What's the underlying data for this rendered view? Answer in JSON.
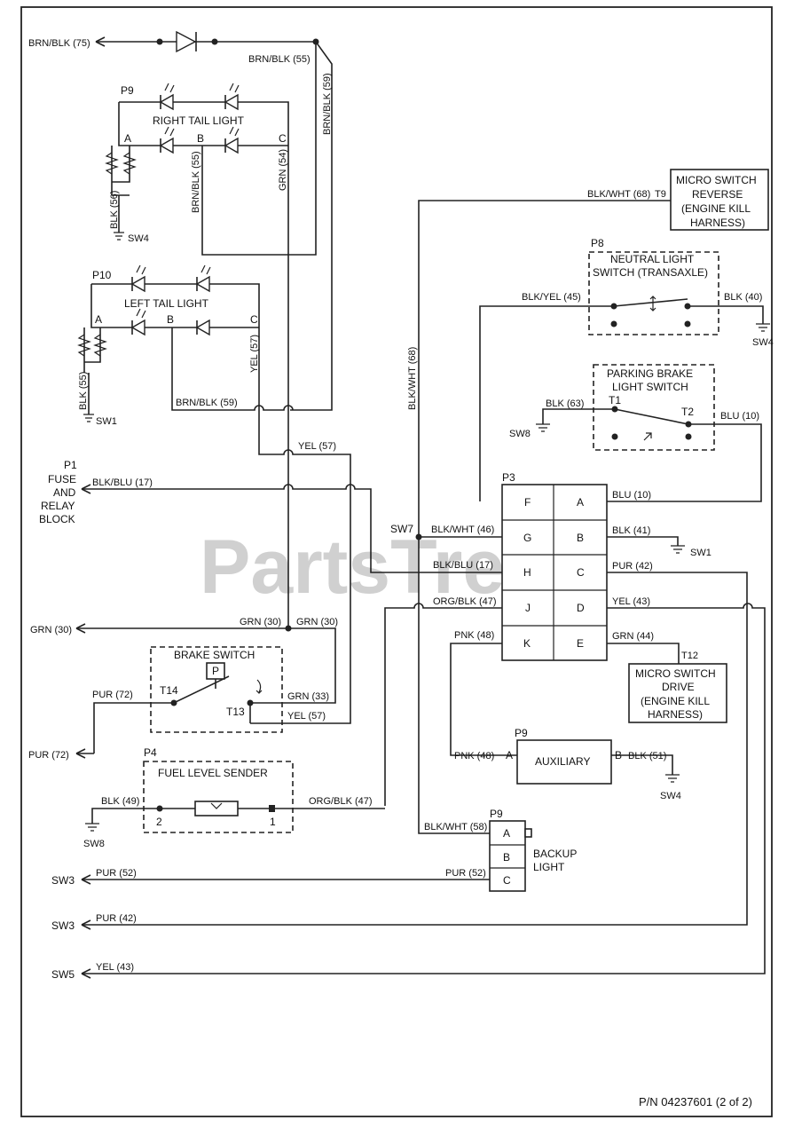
{
  "watermark": "PartsTree",
  "part_number": "P/N 04237601 (2 of 2)",
  "components": {
    "p9_right_tail": {
      "ref": "P9",
      "name": "RIGHT TAIL LIGHT",
      "pins": [
        "A",
        "B",
        "C"
      ]
    },
    "p10_left_tail": {
      "ref": "P10",
      "name": "LEFT TAIL LIGHT",
      "pins": [
        "A",
        "B",
        "C"
      ]
    },
    "p1": {
      "ref": "P1",
      "lines": [
        "FUSE",
        "AND",
        "RELAY",
        "BLOCK"
      ]
    },
    "micro_reverse": {
      "ref": "T9",
      "lines": [
        "MICRO SWITCH",
        "REVERSE",
        "(ENGINE KILL",
        "HARNESS)"
      ]
    },
    "neutral": {
      "ref": "P8",
      "lines": [
        "NEUTRAL LIGHT",
        "SWITCH (TRANSAXLE)"
      ]
    },
    "parking": {
      "lines": [
        "PARKING BRAKE",
        "LIGHT SWITCH"
      ],
      "terminals": [
        "T1",
        "T2"
      ]
    },
    "p3": {
      "ref": "P3",
      "pins_left": [
        "F",
        "G",
        "H",
        "J",
        "K"
      ],
      "pins_right": [
        "A",
        "B",
        "C",
        "D",
        "E"
      ]
    },
    "micro_drive": {
      "ref": "T12",
      "lines": [
        "MICRO SWITCH",
        "DRIVE",
        "(ENGINE KILL",
        "HARNESS)"
      ]
    },
    "brake": {
      "name": "BRAKE SWITCH",
      "symbol": "P",
      "terminals": [
        "T14",
        "T13"
      ]
    },
    "fuel": {
      "ref": "P4",
      "name": "FUEL LEVEL SENDER",
      "pins": [
        "2",
        "1"
      ]
    },
    "auxiliary": {
      "ref": "P9",
      "name": "AUXILIARY",
      "pins": [
        "A",
        "B"
      ]
    },
    "backup": {
      "ref": "P9",
      "lines": [
        "BACKUP",
        "LIGHT"
      ],
      "pins": [
        "A",
        "B",
        "C"
      ]
    }
  },
  "grounds": {
    "sw4": "SW4",
    "sw1": "SW1",
    "sw8": "SW8",
    "sw7": "SW7",
    "sw3": "SW3",
    "sw5": "SW5"
  },
  "wires": {
    "w75": "BRN/BLK (75)",
    "w55a": "BRN/BLK (55)",
    "w59": "BRN/BLK (59)",
    "w56": "BLK (56)",
    "w55b": "BRN/BLK (55)",
    "w54": "GRN (54)",
    "w55c": "BLK (55)",
    "w57": "YEL (57)",
    "w59b": "BRN/BLK (59)",
    "w57b": "YEL (57)",
    "w17": "BLK/BLU (17)",
    "w68": "BLK/WHT (68)",
    "w68v": "BLK/WHT (68)",
    "w45": "BLK/YEL (45)",
    "w40": "BLK (40)",
    "w63": "BLK (63)",
    "w10": "BLU (10)",
    "w10b": "BLU (10)",
    "w46": "BLK/WHT (46)",
    "w41": "BLK (41)",
    "w17b": "BLK/BLU (17)",
    "w42": "PUR (42)",
    "w47": "ORG/BLK (47)",
    "w43": "YEL (43)",
    "w48": "PNK (48)",
    "w44": "GRN (44)",
    "w30": "GRN (30)",
    "w30b": "GRN (30)",
    "w30c": "GRN (30)",
    "w72": "PUR (72)",
    "w72b": "PUR (72)",
    "w33": "GRN (33)",
    "w57c": "YEL (57)",
    "w49": "BLK (49)",
    "w47b": "ORG/BLK (47)",
    "w48b": "PNK (48)",
    "w51": "BLK (51)",
    "w58": "BLK/WHT (58)",
    "w52": "PUR (52)",
    "w52b": "PUR (52)",
    "w42b": "PUR (42)",
    "w43b": "YEL (43)"
  }
}
